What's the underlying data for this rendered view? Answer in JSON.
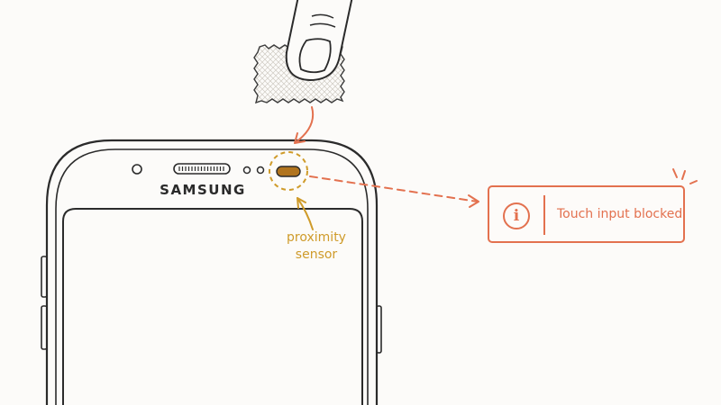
{
  "phone": {
    "brand": "SAMSUNG"
  },
  "sensor_callout": {
    "label_line1": "proximity",
    "label_line2": "sensor"
  },
  "alert": {
    "icon": "info-icon",
    "icon_glyph": "i",
    "text": "Touch input blocked"
  },
  "colors": {
    "outline": "#2b2b2b",
    "sensor_accent": "#cf9b2a",
    "alert_accent": "#e3714f",
    "background": "#fcfbf9"
  }
}
